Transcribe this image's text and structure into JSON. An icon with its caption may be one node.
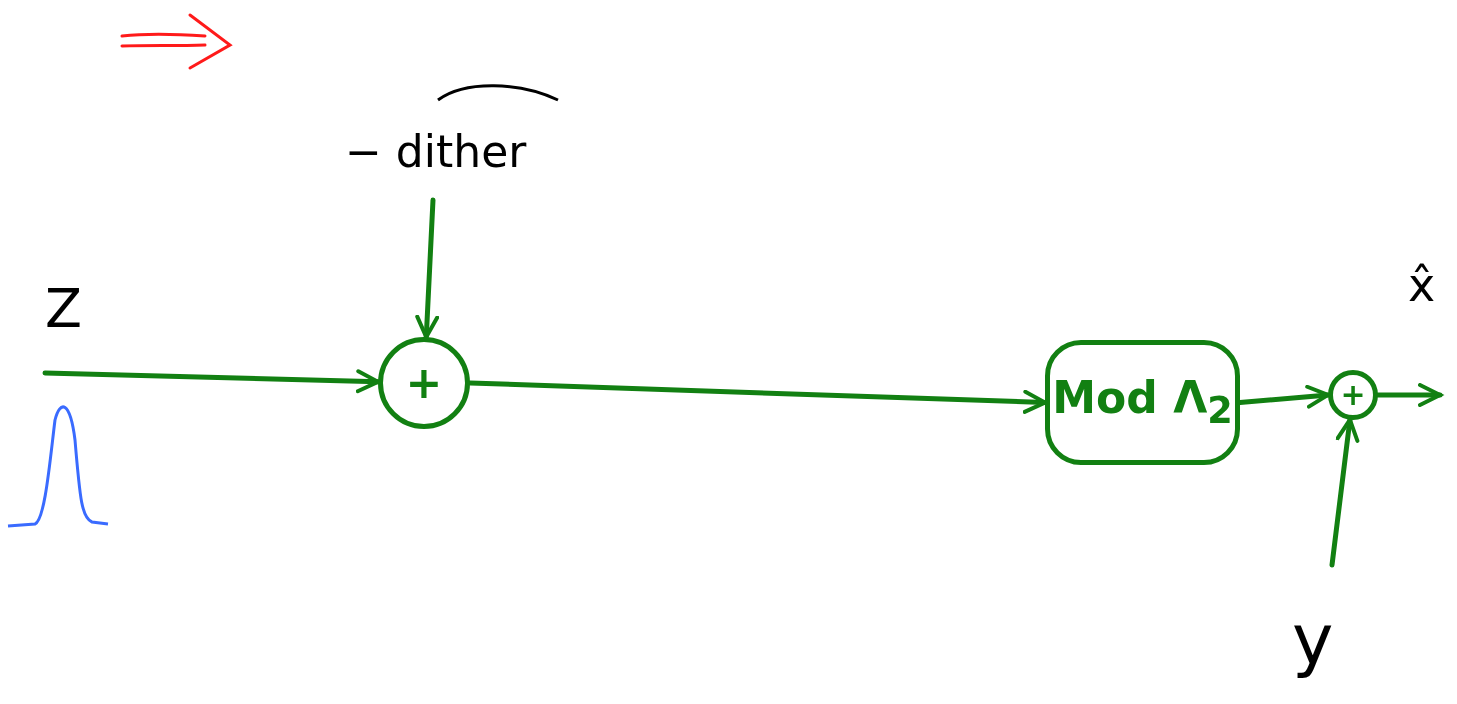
{
  "diagram": {
    "nodes": [
      {
        "text": [
          "+"
        ]
      },
      {
        "text": [
          "Mod Λ$_{2}$"
        ]
      },
      {
        "text": [
          "+"
        ]
      }
    ],
    "edges": [
      {
        "from": null,
        "to": 0,
        "arrow": "to",
        "label": "Z"
      },
      {
        "from": null,
        "to": 0,
        "arrow": "to",
        "label": "− dither"
      },
      {
        "from": 0,
        "to": 1,
        "arrow": "to"
      },
      {
        "from": 1,
        "to": 2,
        "arrow": "to"
      },
      {
        "from": 2,
        "to": null,
        "arrow": "to",
        "label": "x̂"
      },
      {
        "from": null,
        "to": 2,
        "arrow": "to",
        "label": "y"
      }
    ]
  }
}
